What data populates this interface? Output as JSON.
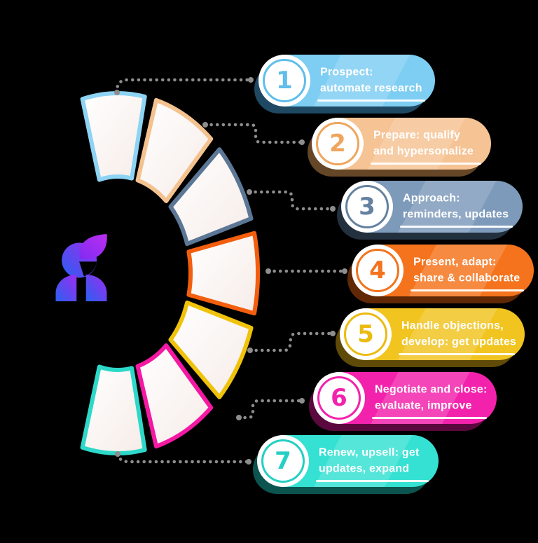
{
  "background": "#000000",
  "connector": {
    "color": "#8D8D8D"
  },
  "logo": {
    "name": "person-flame-logo",
    "gradient": [
      "#2A60F0",
      "#9D2CF1"
    ],
    "petal_gradient": [
      "#7F2BF2",
      "#BC2EF0"
    ]
  },
  "fan_fill": "#FBF5F2",
  "steps": [
    {
      "number": "1",
      "line1": "Prospect:",
      "line2": "automate research",
      "pill_color": "#7ECDF2",
      "accent_color": "#5FBEEA",
      "segment_color": "#8DD3F3",
      "shadow_color": "#3D8FC4"
    },
    {
      "number": "2",
      "line1": "Prepare: qualify",
      "line2": "and hypersonalize",
      "pill_color": "#F6C394",
      "accent_color": "#EFA55C",
      "segment_color": "#F4C28F",
      "shadow_color": "#C98B4E"
    },
    {
      "number": "3",
      "line1": "Approach:",
      "line2": "reminders, updates",
      "pill_color": "#7D9ABA",
      "accent_color": "#64819F",
      "segment_color": "#5C7796",
      "shadow_color": "#465F7C"
    },
    {
      "number": "4",
      "line1": "Present, adapt:",
      "line2": "share & collaborate",
      "pill_color": "#F4731C",
      "accent_color": "#F4731C",
      "segment_color": "#F35E0E",
      "shadow_color": "#C24F0A"
    },
    {
      "number": "5",
      "line1": "Handle objections,",
      "line2": "develop: get updates",
      "pill_color": "#F1C41F",
      "accent_color": "#EBBB10",
      "segment_color": "#F0C20A",
      "shadow_color": "#BE940D"
    },
    {
      "number": "6",
      "line1": "Negotiate and close:",
      "line2": "evaluate, improve",
      "pill_color": "#F322AC",
      "accent_color": "#F322AC",
      "segment_color": "#F518A3",
      "shadow_color": "#B50F7B"
    },
    {
      "number": "7",
      "line1": "Renew, upsell: get",
      "line2": "updates, expand",
      "pill_color": "#35E1D2",
      "accent_color": "#25CFC3",
      "segment_color": "#2ED8C9",
      "shadow_color": "#18A89D"
    }
  ]
}
